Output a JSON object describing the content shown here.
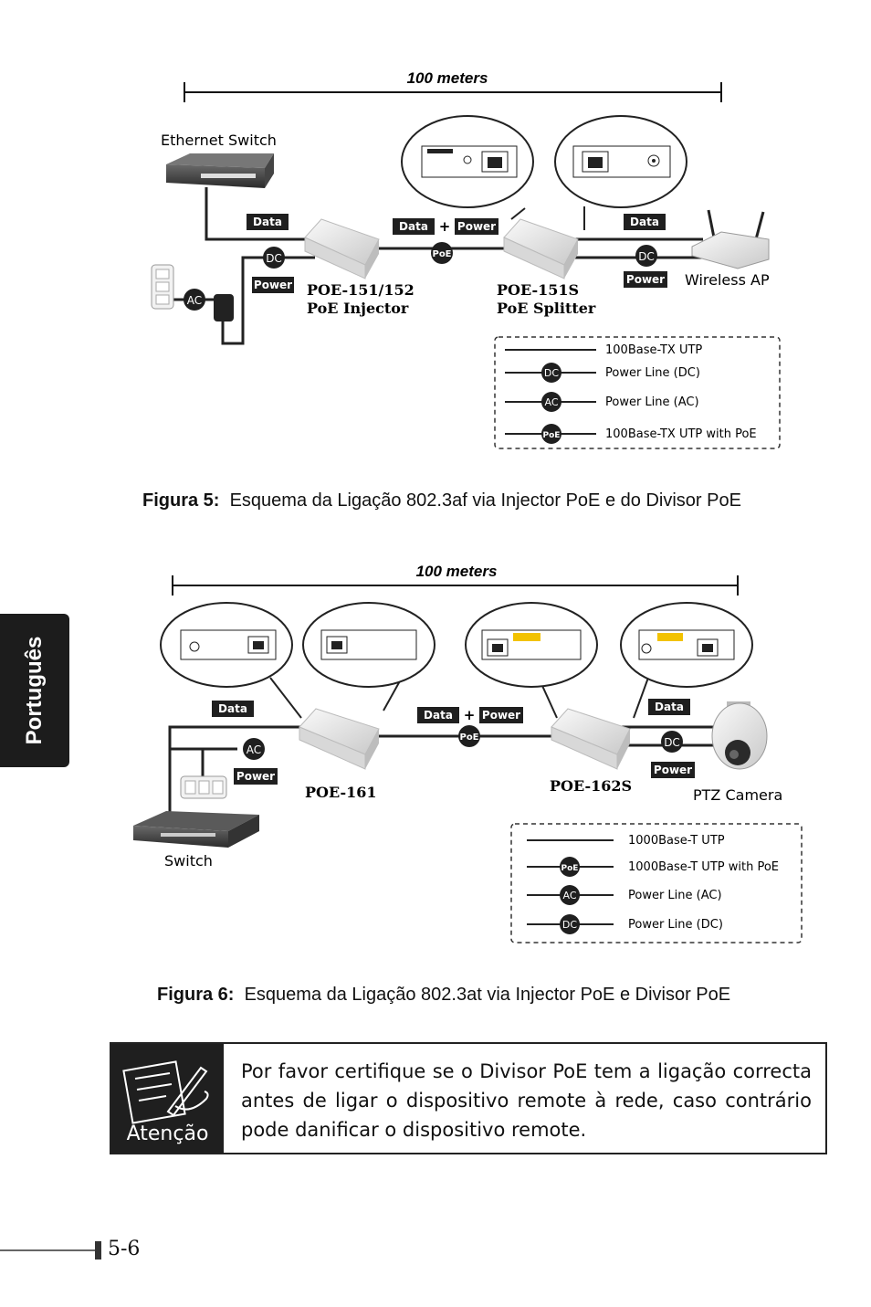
{
  "figure5": {
    "distance": "100 meters",
    "ethernet_switch": "Ethernet Switch",
    "injector_model": "POE-151/152",
    "injector_name": "PoE Injector",
    "splitter_model": "POE-151S",
    "splitter_name": "PoE Splitter",
    "wireless_ap": "Wireless AP",
    "tag_data": "Data",
    "tag_plus": "+",
    "tag_power": "Power",
    "badge_dc": "DC",
    "badge_ac": "AC",
    "badge_poe": "PoE",
    "legend": [
      {
        "badge": "",
        "label": "100Base-TX UTP"
      },
      {
        "badge": "DC",
        "label": "Power Line (DC)"
      },
      {
        "badge": "AC",
        "label": "Power Line (AC)"
      },
      {
        "badge": "PoE",
        "label": "100Base-TX UTP with PoE"
      }
    ],
    "caption_label": "Figura 5:",
    "caption_text": "Esquema da Ligação 802.3af via Injector PoE e do Divisor PoE"
  },
  "figure6": {
    "distance": "100 meters",
    "switch": "Switch",
    "injector_model": "POE-161",
    "splitter_model": "POE-162S",
    "camera": "PTZ Camera",
    "tag_data": "Data",
    "tag_plus": "+",
    "tag_power": "Power",
    "badge_dc": "DC",
    "badge_ac": "AC",
    "badge_poe": "PoE",
    "legend": [
      {
        "badge": "",
        "label": "1000Base-T UTP"
      },
      {
        "badge": "PoE",
        "label": "1000Base-T UTP with PoE"
      },
      {
        "badge": "AC",
        "label": "Power Line (AC)"
      },
      {
        "badge": "DC",
        "label": "Power Line (DC)"
      }
    ],
    "caption_label": "Figura 6:",
    "caption_text": "Esquema da Ligação 802.3at via Injector PoE e Divisor PoE"
  },
  "side_tab": "Português",
  "note": {
    "label": "Atenção",
    "text": "Por favor certifique se o Divisor PoE tem a ligação correcta antes de ligar o dispositivo remote à rede, caso contrário pode danificar o dispositivo remote."
  },
  "page_number": "5-6",
  "colors": {
    "dark": "#1f1f1f",
    "line": "#222222",
    "paper": "#ffffff"
  }
}
